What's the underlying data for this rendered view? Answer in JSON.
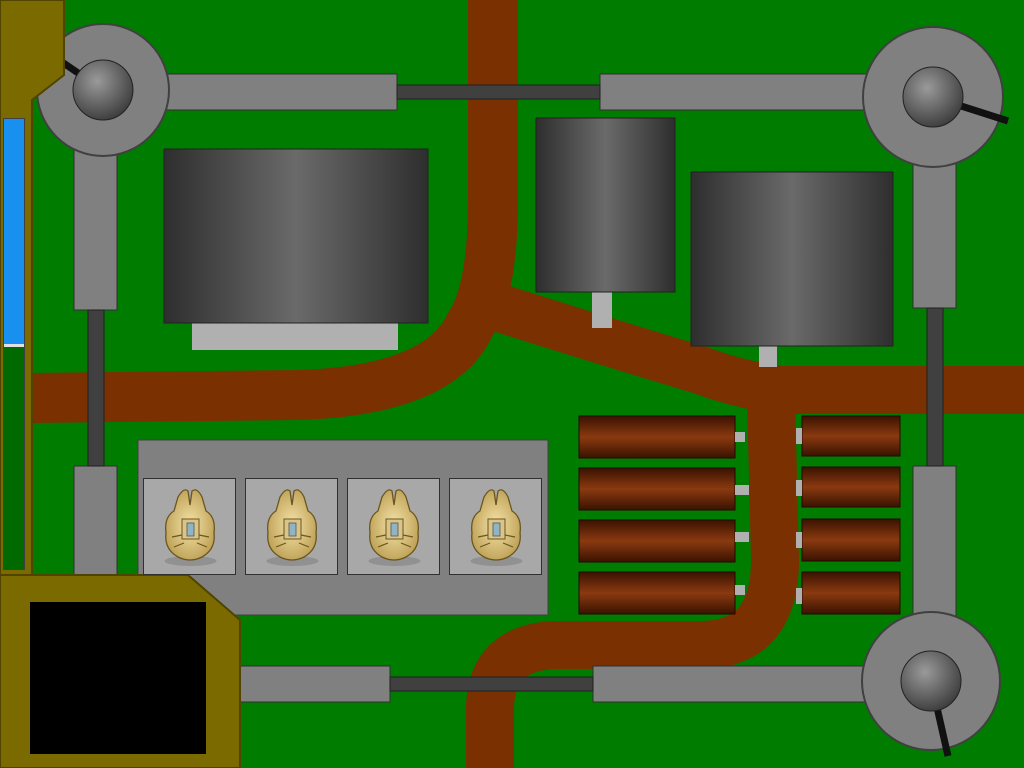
{
  "colors": {
    "grass": "#007C00",
    "road": "#7A3000",
    "wall": "#808080",
    "gate": "#404040",
    "building": "#4A4A4A",
    "panel": "#7A6A00",
    "power_fill": "#1890F0",
    "power_empty": "#006A00",
    "minimap": "#000000"
  },
  "hud": {
    "power_level": 0.5
  },
  "base": {
    "turrets": [
      {
        "id": "turret-nw",
        "barrel": "northwest"
      },
      {
        "id": "turret-ne",
        "barrel": "southeast"
      },
      {
        "id": "turret-se",
        "barrel": "south"
      }
    ],
    "buildings": [
      "factory-west",
      "factory-center",
      "factory-east"
    ],
    "silos": 8
  },
  "factory_slots": [
    {
      "unit": "gold-mech-icon"
    },
    {
      "unit": "gold-mech-icon"
    },
    {
      "unit": "gold-mech-icon"
    },
    {
      "unit": "gold-mech-icon"
    }
  ]
}
